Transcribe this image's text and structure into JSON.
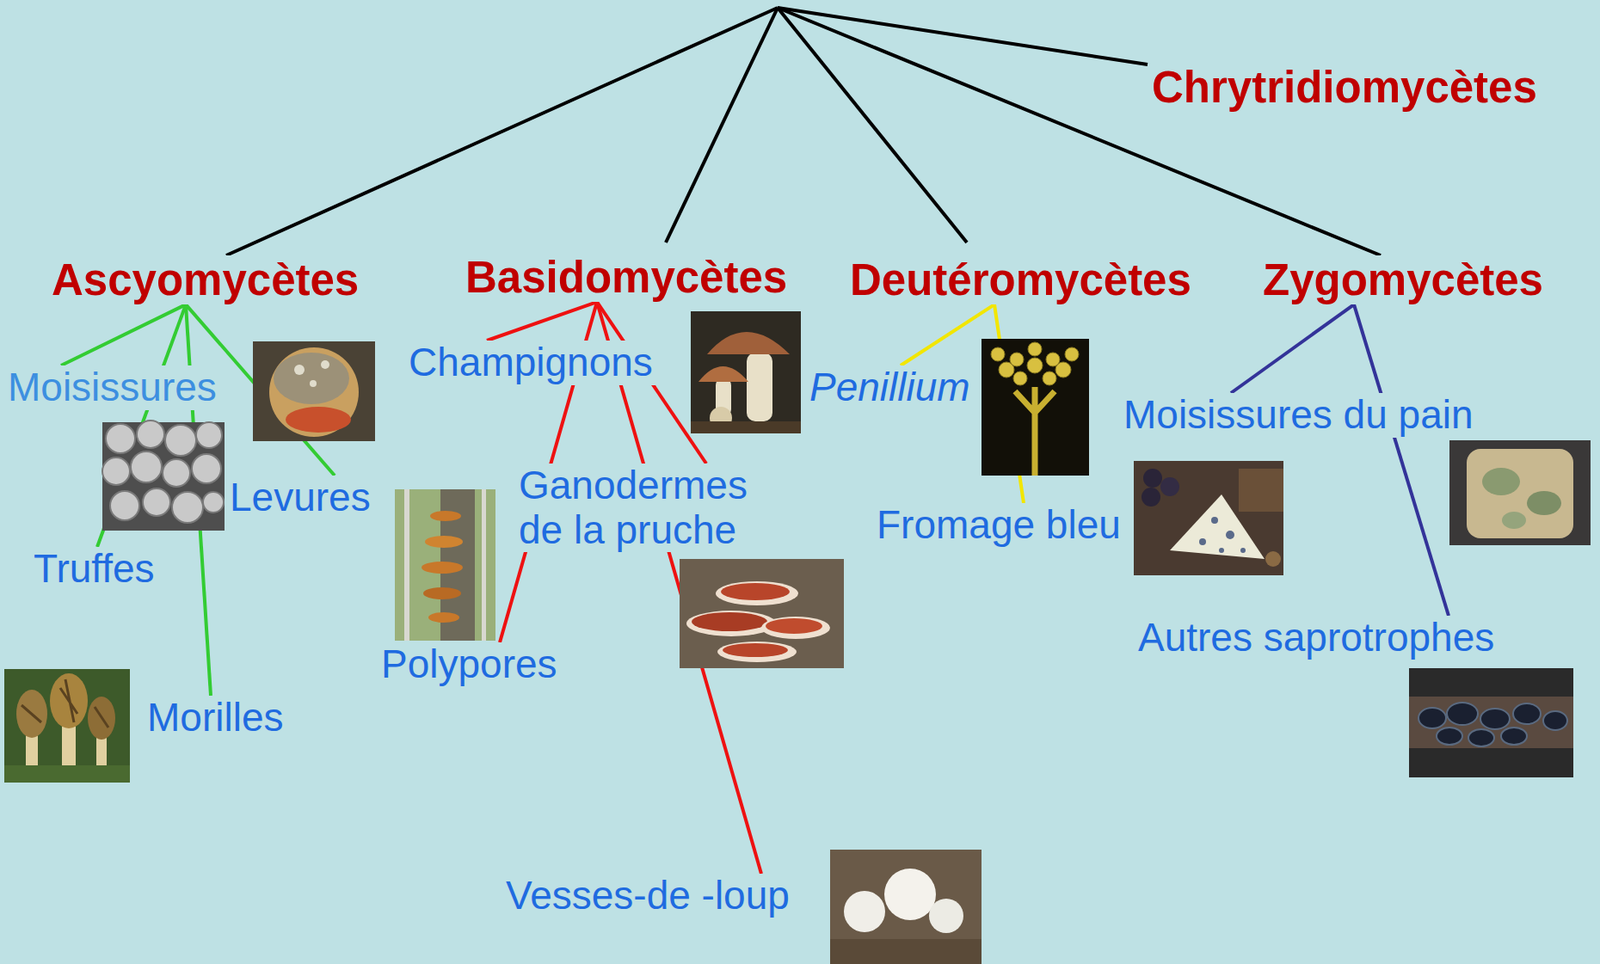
{
  "diagram": {
    "nodes": [
      {
        "text": [
          "Chrytridiomycètes"
        ]
      },
      {
        "text": [
          "Ascyomycètes"
        ]
      },
      {
        "text": [
          "Moisissures"
        ]
      },
      {
        "text": [
          "Levures"
        ]
      },
      {
        "text": [
          "Truffes"
        ]
      },
      {
        "text": [
          "Morilles"
        ]
      },
      {
        "text": [
          "Basidomycètes"
        ]
      },
      {
        "text": [
          "Champignons"
        ]
      },
      {
        "text": [
          "Ganodermes de la pruche"
        ]
      },
      {
        "text": [
          "Polypores"
        ]
      },
      {
        "text": [
          "Vesses-de -loup"
        ]
      },
      {
        "text": [
          "Deutéromycètes"
        ]
      },
      {
        "text": [
          "Penillium"
        ]
      },
      {
        "text": [
          "Fromage bleu"
        ]
      },
      {
        "text": [
          "Zygomycètes"
        ]
      },
      {
        "text": [
          "Moisissures du pain"
        ]
      },
      {
        "text": [
          "Autres saprotrophes"
        ]
      }
    ],
    "edges": [
      {
        "from": 1,
        "to": 2,
        "arrow": "none"
      },
      {
        "from": 1,
        "to": 3,
        "arrow": "none"
      },
      {
        "from": 1,
        "to": 4,
        "arrow": "none"
      },
      {
        "from": 1,
        "to": 5,
        "arrow": "none"
      },
      {
        "from": 6,
        "to": 7,
        "arrow": "none"
      },
      {
        "from": 6,
        "to": 8,
        "arrow": "none"
      },
      {
        "from": 6,
        "to": 9,
        "arrow": "none"
      },
      {
        "from": 6,
        "to": 10,
        "arrow": "none"
      },
      {
        "from": 11,
        "to": 12,
        "arrow": "none"
      },
      {
        "from": 11,
        "to": 13,
        "arrow": "none"
      },
      {
        "from": 14,
        "to": 15,
        "arrow": "none"
      },
      {
        "from": 14,
        "to": 16,
        "arrow": "none"
      }
    ]
  }
}
